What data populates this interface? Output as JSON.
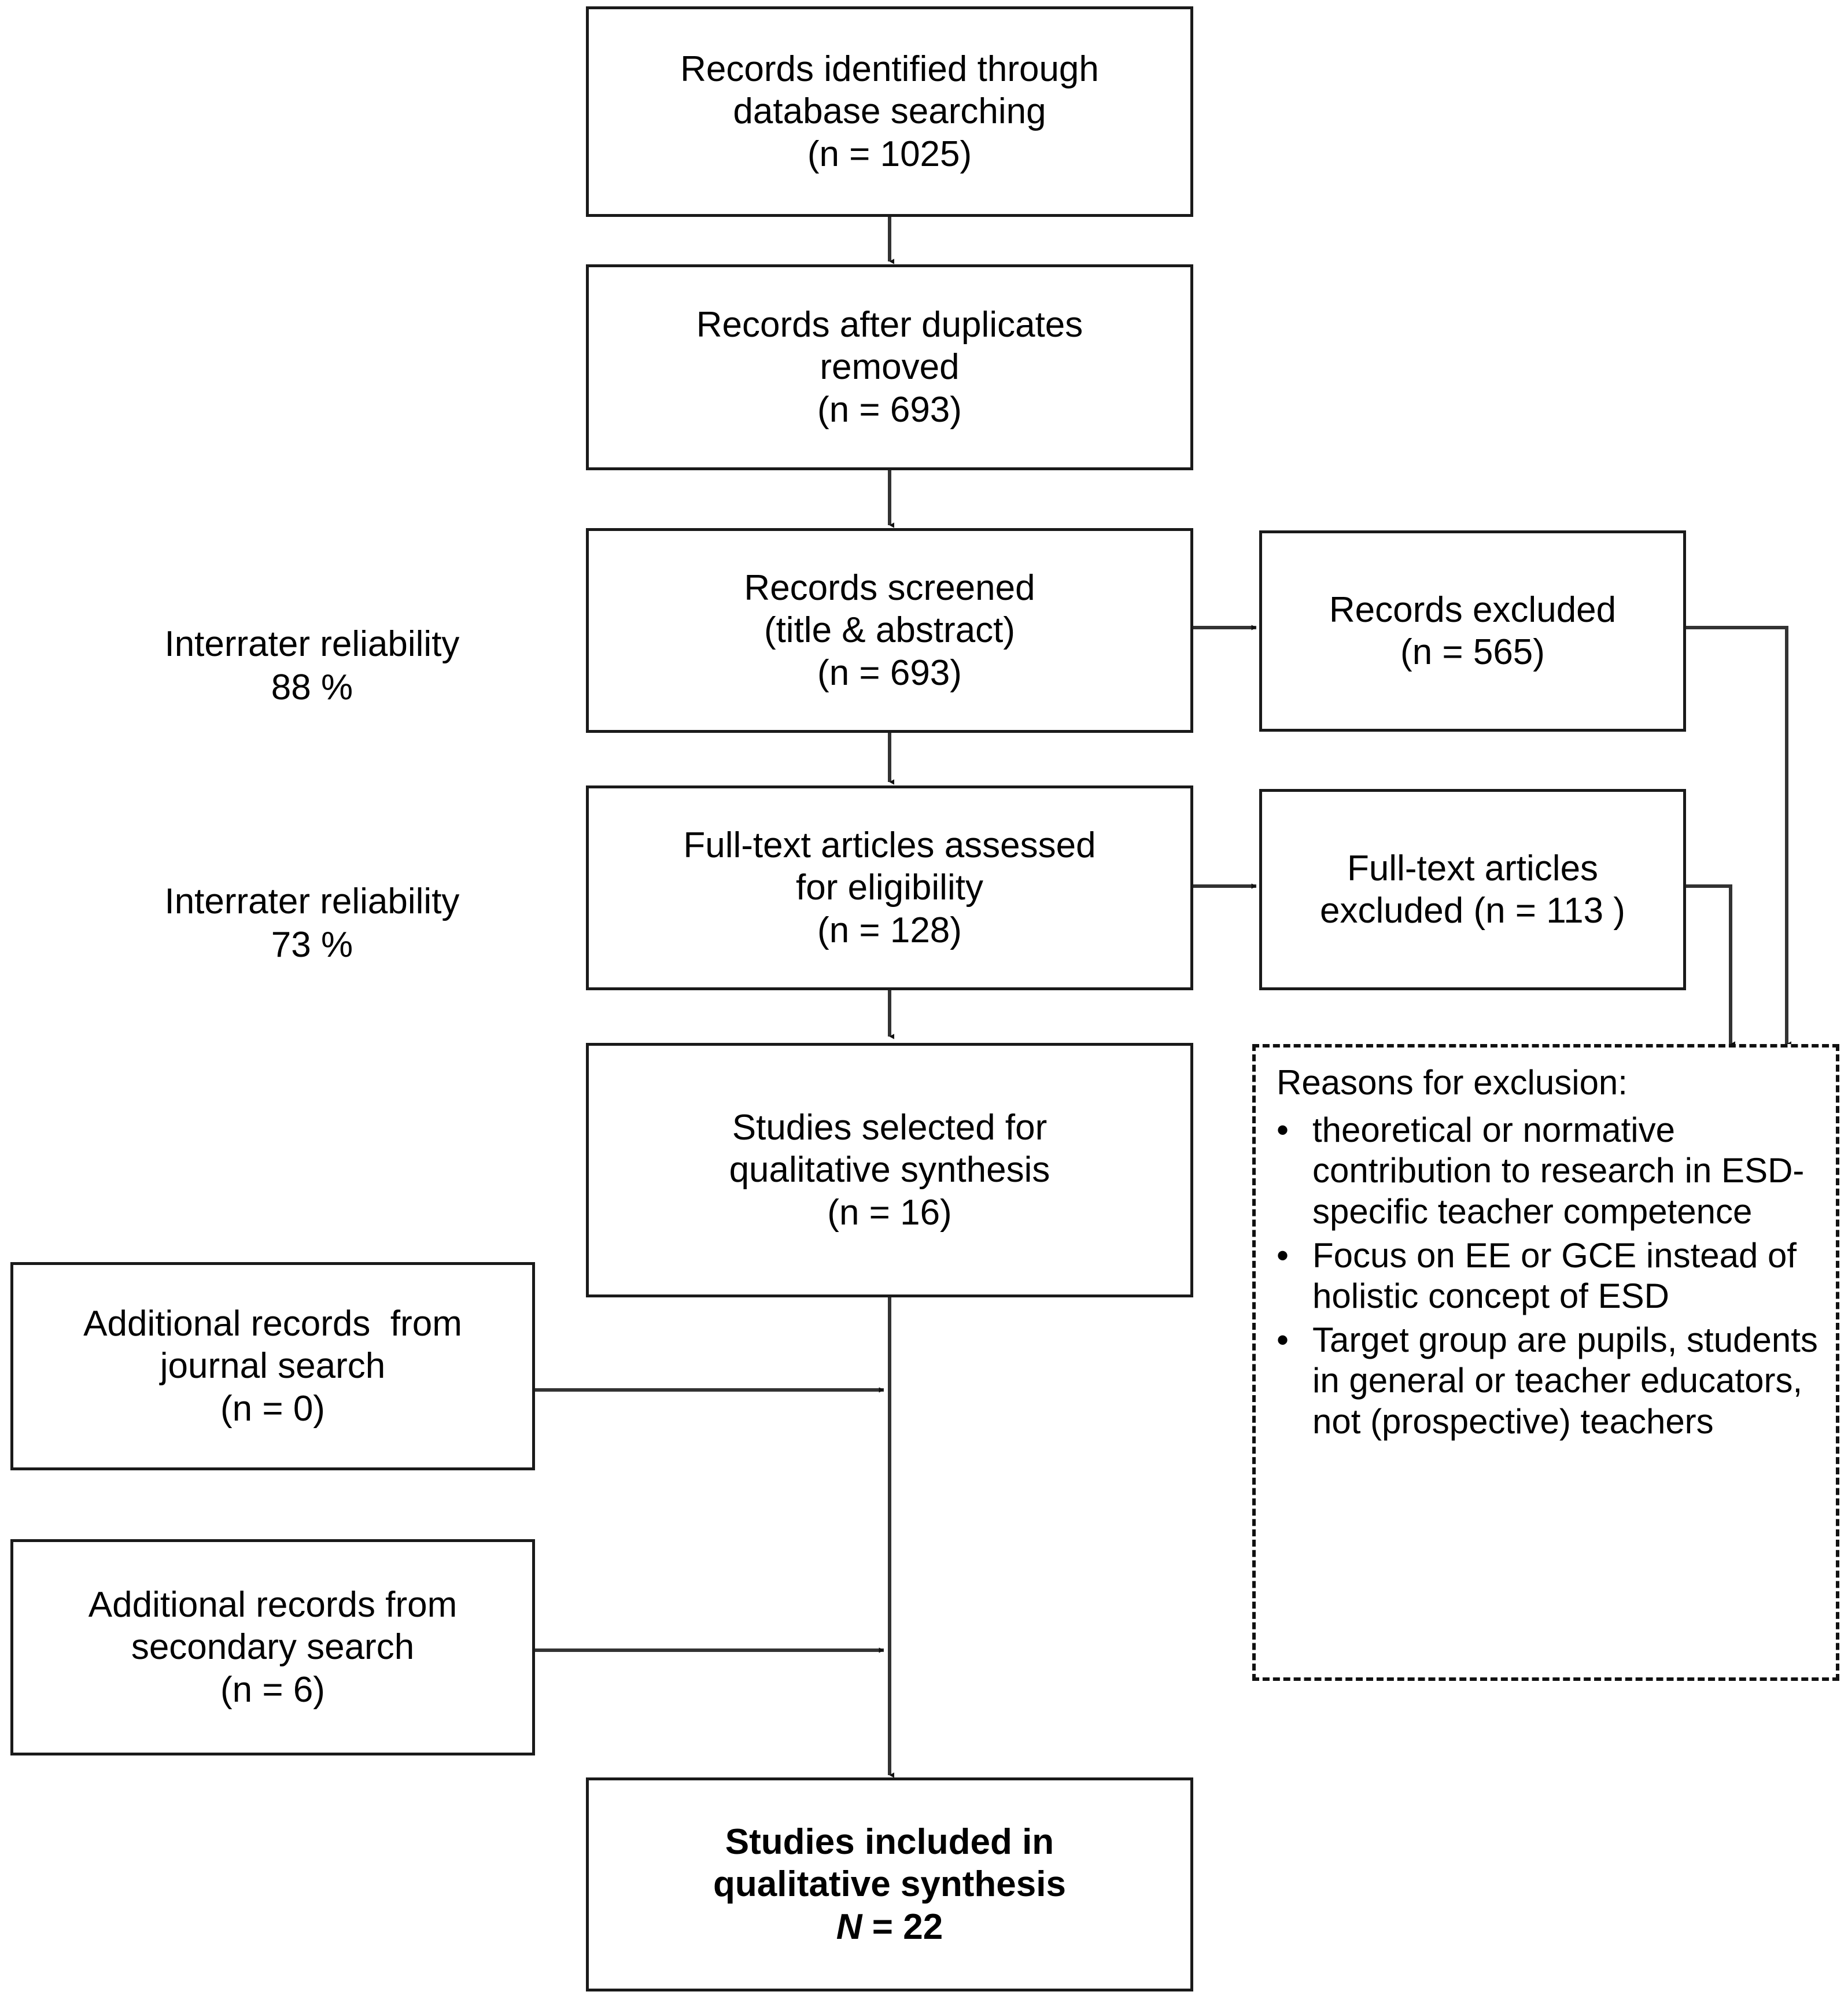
{
  "diagram": {
    "type": "prisma-flow-diagram",
    "title": "PRISMA study selection flow"
  },
  "nodes": {
    "identified": {
      "lines": [
        "Records identified through",
        "database searching",
        "(n = 1025)"
      ]
    },
    "duplicates_removed": {
      "lines": [
        "Records after duplicates",
        "removed",
        "(n = 693)"
      ]
    },
    "screened": {
      "lines": [
        "Records screened",
        "(title & abstract)",
        "(n = 693)"
      ]
    },
    "records_excluded": {
      "lines": [
        "Records excluded",
        "(n = 565)"
      ]
    },
    "fulltext_assessed": {
      "lines": [
        "Full-text articles assessed",
        "for eligibility",
        "(n = 128)"
      ]
    },
    "fulltext_excluded": {
      "lines": [
        "Full-text articles",
        "excluded (n = 113 )"
      ]
    },
    "studies_selected": {
      "lines": [
        "Studies selected for",
        "qualitative synthesis",
        "(n = 16)"
      ]
    },
    "additional_journal": {
      "lines": [
        "Additional records  from",
        "journal search",
        "(n = 0)"
      ]
    },
    "additional_secondary": {
      "lines": [
        "Additional records from",
        "secondary search",
        "(n = 6)"
      ]
    },
    "studies_included": {
      "line1": "Studies included in",
      "line2": "qualitative synthesis",
      "n_symbol": "N",
      "n_value": " = 22"
    },
    "reasons": {
      "title": "Reasons for exclusion:",
      "bullet": "•",
      "items": [
        "theoretical or normative contribution to research in ESD-specific teacher competence",
        "Focus on EE or GCE instead of holistic concept of ESD",
        "Target group are pupils, students in general or teacher educators, not (prospective) teachers"
      ]
    }
  },
  "side_labels": {
    "interrater_screening": [
      "Interrater reliability",
      "88 %"
    ],
    "interrater_fulltext": [
      "Interrater reliability",
      "73 %"
    ]
  },
  "colors": {
    "border": "#1a1a1a",
    "text": "#000000",
    "background": "#ffffff",
    "connector": "#333333"
  }
}
